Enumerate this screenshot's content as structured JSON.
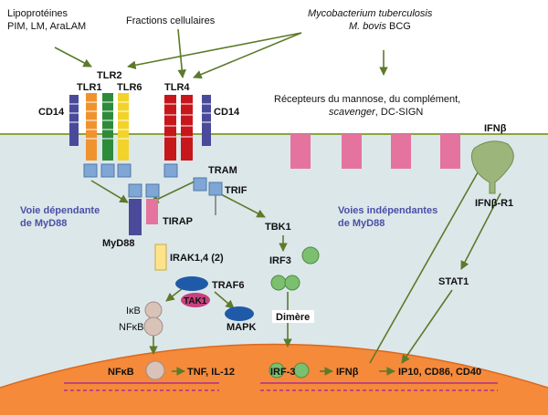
{
  "labels": {
    "lipo_line1": "Lipoprotéines",
    "lipo_line2": "PIM, LM, AraLAM",
    "fractions": "Fractions cellulaires",
    "myco_line1": "Mycobacterium tuberculosis",
    "myco_line2_a": "M. bovis",
    "myco_line2_b": " BCG",
    "tlr2": "TLR2",
    "tlr1": "TLR1",
    "tlr6": "TLR6",
    "tlr4": "TLR4",
    "cd14_left": "CD14",
    "cd14_right": "CD14",
    "recepteurs_line1": "Récepteurs du mannose, du complément,",
    "recepteurs_line2_a": "scavenger",
    "recepteurs_line2_b": ", DC-SIGN",
    "ifnb_top": "IFNβ",
    "tram": "TRAM",
    "trif": "TRIF",
    "tirap": "TIRAP",
    "voie_dep_line1": "Voie dépendante",
    "voie_dep_line2": "de MyD88",
    "voie_indep_line1": "Voies indépendantes",
    "voie_indep_line2": "de MyD88",
    "ifnb_r1": "IFNβ-R1",
    "myd88": "MyD88",
    "tbk1": "TBK1",
    "irf3": "IRF3",
    "irak": "IRAK1,4 (2)",
    "traf6": "TRAF6",
    "tak1": "TAK1",
    "ikb": "IκB",
    "nfkb_cyto": "NFκB",
    "mapk": "MAPK",
    "stat1": "STAT1",
    "dimere": "Dimère",
    "nfkb_nuc": "NFκB",
    "tnf": "TNF, IL-12",
    "irf3_nuc": "IRF-3",
    "ifnb_nuc": "IFNβ",
    "ip10": "IP10, CD86, CD40"
  },
  "colors": {
    "cytoplasm": "#dce7ea",
    "nucleus": "#f58a3a",
    "membrane_line": "#8aa53f",
    "arrow": "#5c7a2a",
    "tlr1": "#f0932f",
    "tlr2": "#2e8b3a",
    "tlr6": "#f2d32a",
    "tlr4": "#c8171c",
    "cd14": "#4a4a9a",
    "tir": "#7fa6d4",
    "receptor_pink": "#e4739e",
    "irf3": "#7cbf6e",
    "traf6": "#1f5aa8",
    "tak1": "#c4437e",
    "mapk": "#1f5aa8",
    "nfkb": "#d9c3b9",
    "irak": "#ffe38a",
    "dna": "#c0457c",
    "ifnr": "#9bb57a",
    "label_blue": "#4a4fa6"
  }
}
